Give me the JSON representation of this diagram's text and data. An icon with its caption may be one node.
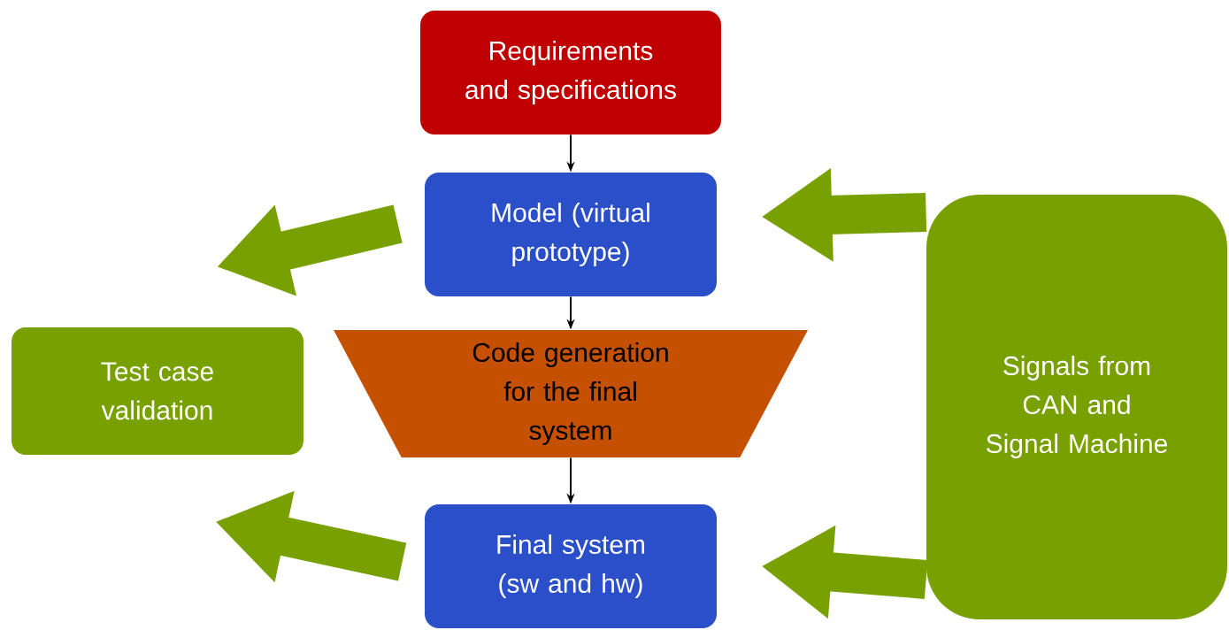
{
  "diagram": {
    "nodes": [
      {
        "text": [
          "Requirements and specifications"
        ]
      },
      {
        "text": [
          "Model (virtual prototype)"
        ]
      },
      {
        "text": [
          "Code generation for the final system"
        ]
      },
      {
        "text": [
          "Test case validation"
        ]
      },
      {
        "text": [
          "Final system (sw and hw)"
        ]
      },
      {
        "text": [
          "Signals from CAN and Signal Machine"
        ]
      }
    ],
    "edges": [
      {
        "from": 0,
        "to": 1,
        "arrow": "to",
        "color": "#000000"
      },
      {
        "from": 1,
        "to": 2,
        "arrow": "to",
        "color": "#000000"
      },
      {
        "from": 2,
        "to": 4,
        "arrow": "to",
        "color": "#000000"
      },
      {
        "from": 1,
        "to": 3,
        "arrow": "to"
      },
      {
        "from": 4,
        "to": 3,
        "arrow": "to"
      },
      {
        "from": 5,
        "to": 1,
        "arrow": "to"
      },
      {
        "from": 5,
        "to": 4,
        "arrow": "to"
      }
    ]
  }
}
